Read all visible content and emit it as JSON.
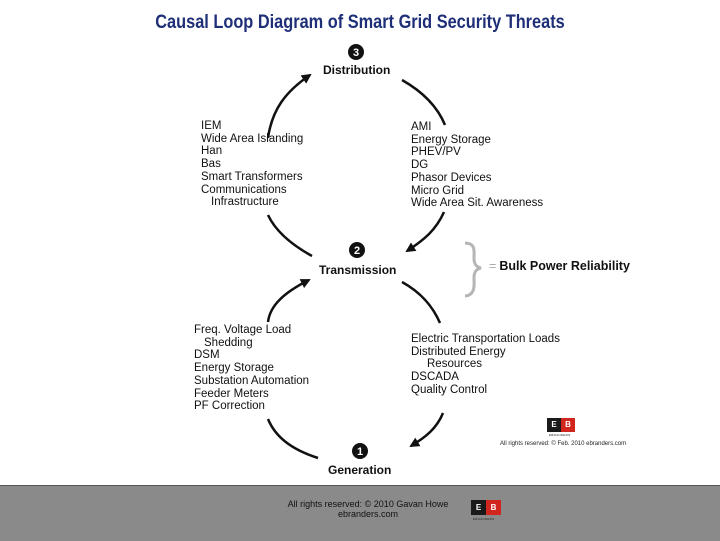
{
  "title": "Causal Loop Diagram of Smart Grid Security Threats",
  "nodes": {
    "distribution": {
      "number": "3",
      "label": "Distribution"
    },
    "transmission": {
      "number": "2",
      "label": "Transmission"
    },
    "generation": {
      "number": "1",
      "label": "Generation"
    }
  },
  "lists": {
    "upper_left": [
      "IEM",
      "Wide Area Islanding",
      "Han",
      "Bas",
      "Smart Transformers",
      "Communications",
      "Infrastructure"
    ],
    "upper_right": [
      "AMI",
      "Energy Storage",
      "PHEV/PV",
      "DG",
      "Phasor Devices",
      "Micro Grid",
      "Wide Area Sit. Awareness"
    ],
    "lower_left": [
      "Freq. Voltage Load",
      "Shedding",
      "DSM",
      "Energy Storage",
      "Substation Automation",
      "Feeder Meters",
      "PF Correction"
    ],
    "lower_right": [
      "Electric Transportation Loads",
      "Distributed Energy",
      "Resources",
      "DSCADA",
      "Quality Control"
    ]
  },
  "bulk": {
    "eq": "=",
    "label": "Bulk Power Reliability"
  },
  "logo": {
    "left": "E",
    "right": "B",
    "caption": "EBRANDERS"
  },
  "copyright_small": "All rights reserved: © Feb. 2010 ebranders.com",
  "footer": {
    "line1": "All rights reserved: © 2010 Gavan Howe",
    "line2": "ebranders.com"
  },
  "colors": {
    "title": "#1e2f78",
    "footer_bg": "#8a8a8a",
    "logo_red": "#d0261e",
    "logo_black": "#1a1a1a"
  }
}
